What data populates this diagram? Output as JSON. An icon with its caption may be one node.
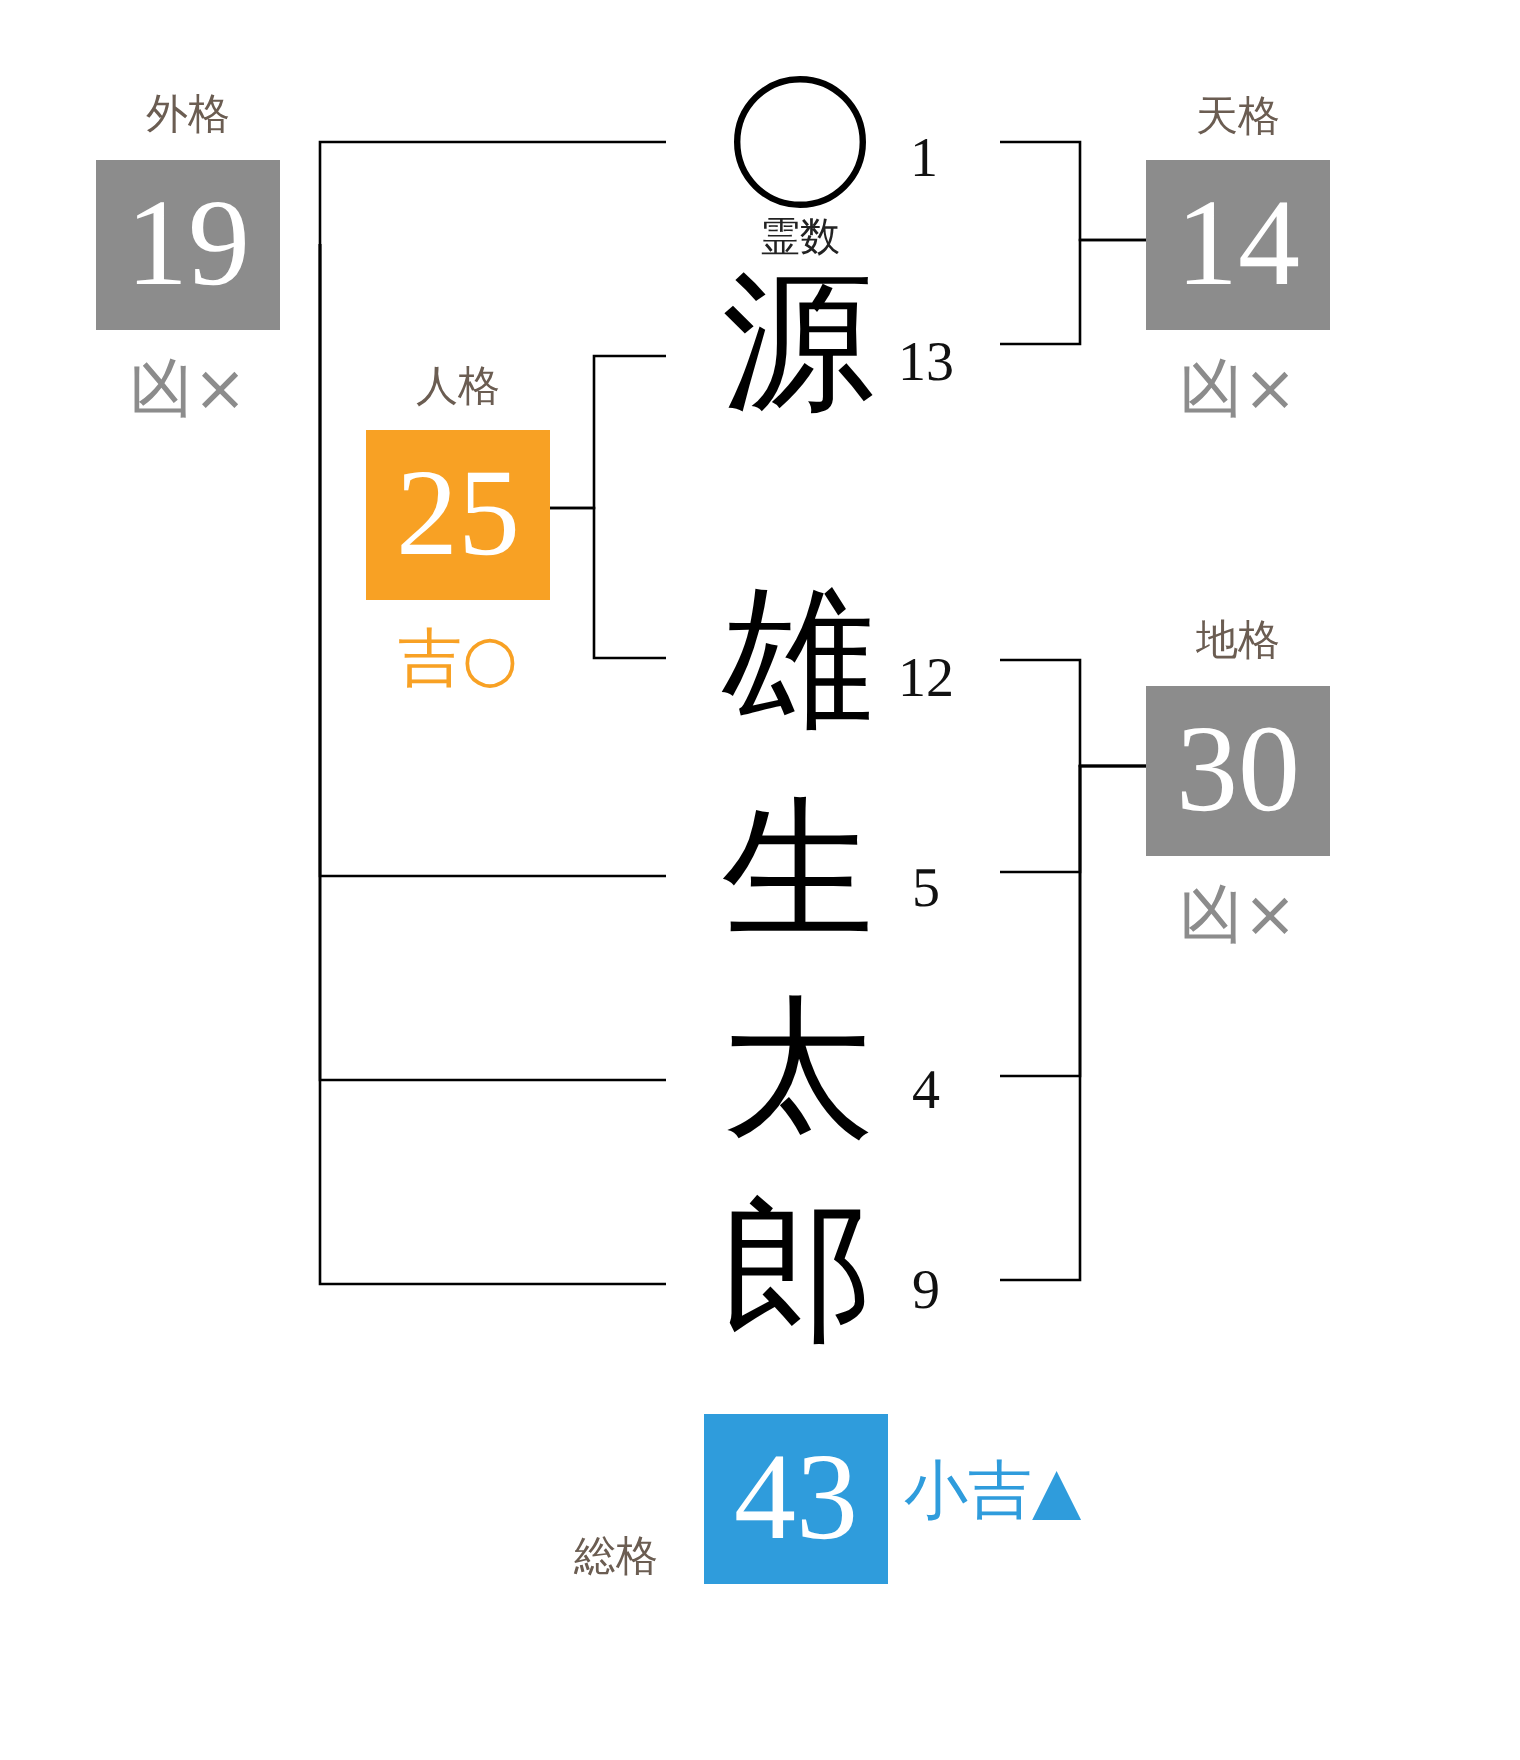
{
  "diagram": {
    "nodes": [
      {
        "text": [
          "外格",
          "19"
        ],
        "beside": [
          "凶×"
        ]
      },
      {
        "text": [],
        "shape": "circle",
        "beside": [
          "1",
          "霊数"
        ]
      },
      {
        "text": [
          "天格",
          "14"
        ],
        "beside": [
          "凶×"
        ]
      },
      {
        "text": [
          "源"
        ],
        "beside": [
          "13"
        ]
      },
      {
        "text": [
          "人格",
          "25"
        ],
        "beside": [
          "吉○"
        ]
      },
      {
        "text": [
          "雄"
        ],
        "beside": [
          "12"
        ]
      },
      {
        "text": [
          "地格",
          "30"
        ],
        "beside": [
          "凶×"
        ]
      },
      {
        "text": [
          "生"
        ],
        "beside": [
          "5"
        ]
      },
      {
        "text": [
          "太"
        ],
        "beside": [
          "4"
        ]
      },
      {
        "text": [
          "郎"
        ],
        "beside": [
          "9"
        ]
      },
      {
        "text": [
          "総格",
          "43"
        ],
        "beside": [
          "小吉▲"
        ]
      }
    ],
    "edges": [
      {
        "from": 1,
        "to": 0,
        "arrow": "none"
      },
      {
        "from": 7,
        "to": 0,
        "arrow": "none"
      },
      {
        "from": 8,
        "to": 0,
        "arrow": "none"
      },
      {
        "from": 9,
        "to": 0,
        "arrow": "none"
      },
      {
        "from": 1,
        "to": 2,
        "arrow": "none"
      },
      {
        "from": 3,
        "to": 2,
        "arrow": "none"
      },
      {
        "from": 3,
        "to": 4,
        "arrow": "none"
      },
      {
        "from": 5,
        "to": 4,
        "arrow": "none"
      },
      {
        "from": 5,
        "to": 6,
        "arrow": "none"
      },
      {
        "from": 7,
        "to": 6,
        "arrow": "none"
      },
      {
        "from": 8,
        "to": 6,
        "arrow": "none"
      },
      {
        "from": 9,
        "to": 6,
        "arrow": "none"
      }
    ]
  }
}
